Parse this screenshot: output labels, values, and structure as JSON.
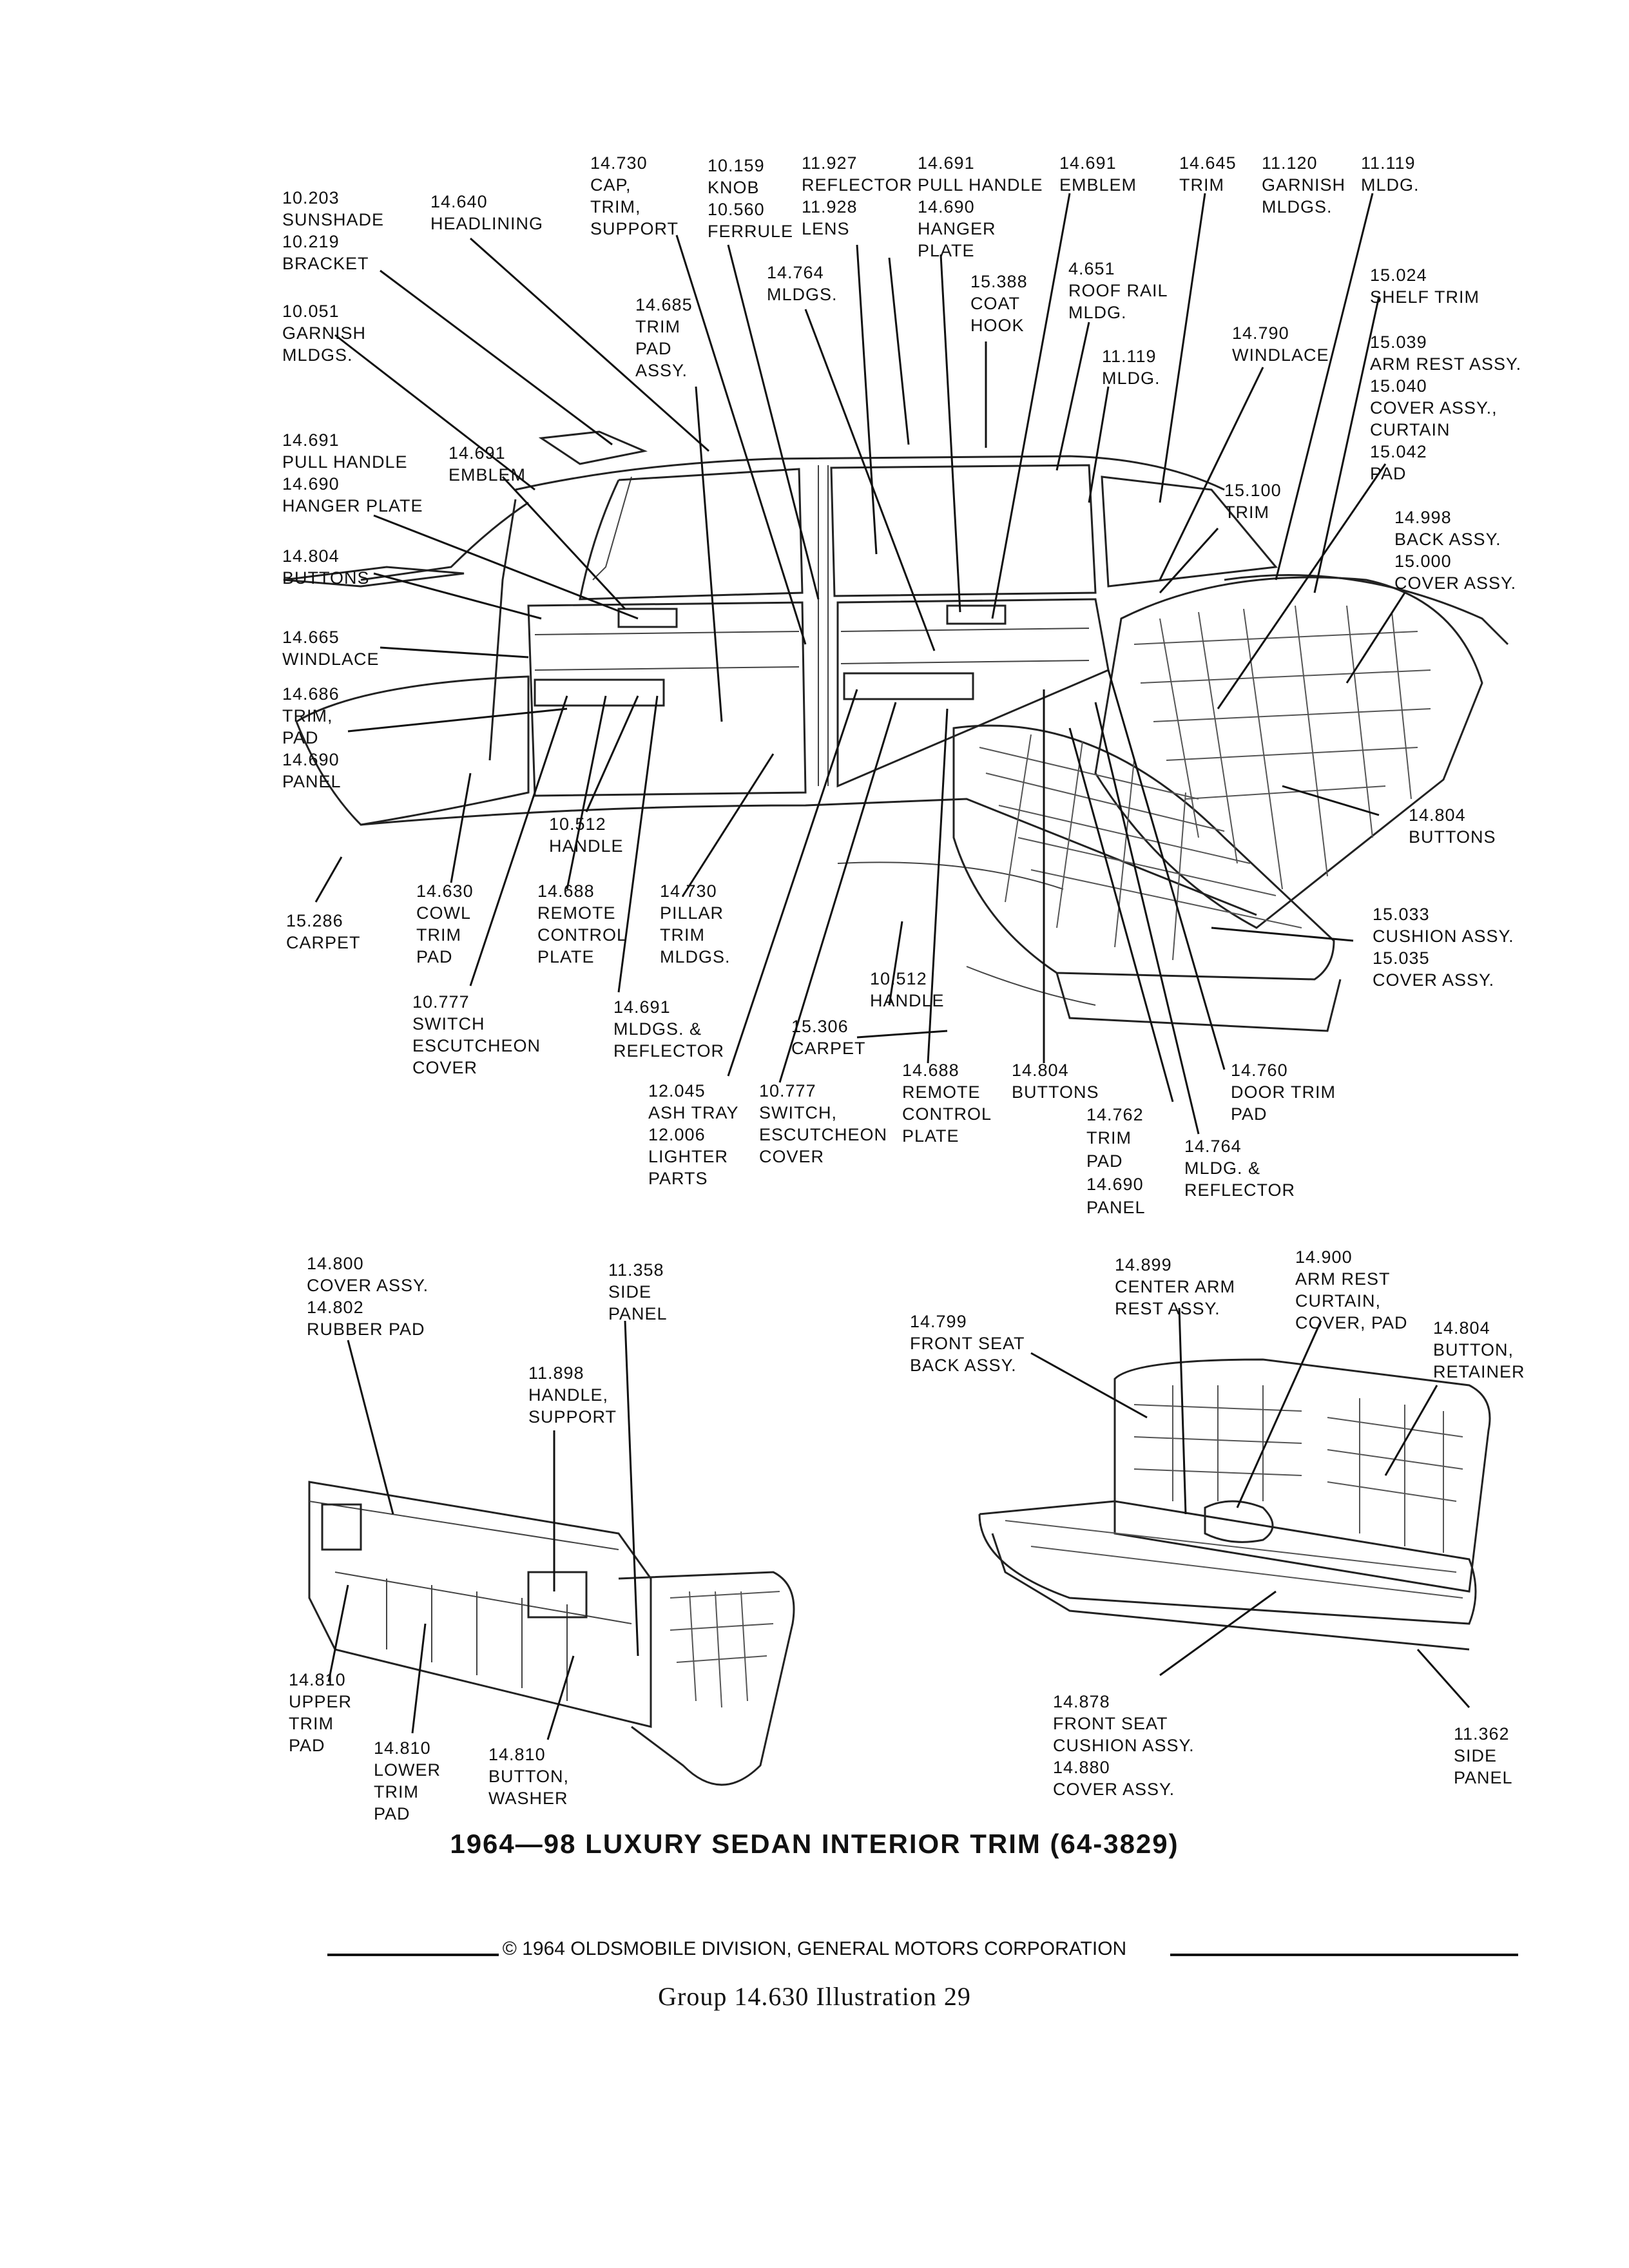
{
  "callouts": [
    {
      "id": "sunshade",
      "lines": [
        "10.203",
        "SUNSHADE",
        "10.219",
        "BRACKET"
      ]
    },
    {
      "id": "headlining",
      "lines": [
        "14.640",
        "HEADLINING"
      ]
    },
    {
      "id": "cap-trim",
      "lines": [
        "14.730",
        "CAP,",
        "TRIM,",
        "SUPPORT"
      ]
    },
    {
      "id": "knob",
      "lines": [
        "10.159",
        "KNOB",
        "10.560",
        "FERRULE"
      ]
    },
    {
      "id": "reflector-lens",
      "lines": [
        "11.927",
        "REFLECTOR",
        "11.928",
        "LENS"
      ]
    },
    {
      "id": "pull-handle-top",
      "lines": [
        "14.691",
        "PULL HANDLE",
        "14.690",
        "HANGER",
        "PLATE"
      ]
    },
    {
      "id": "emblem-top",
      "lines": [
        "14.691",
        "EMBLEM"
      ]
    },
    {
      "id": "trim-top",
      "lines": [
        "14.645",
        "TRIM"
      ]
    },
    {
      "id": "garnish-top",
      "lines": [
        "11.120",
        "GARNISH",
        "MLDGS."
      ]
    },
    {
      "id": "mldg-top",
      "lines": [
        "11.119",
        "MLDG."
      ]
    },
    {
      "id": "garnish-left",
      "lines": [
        "10.051",
        "GARNISH",
        "MLDGS."
      ]
    },
    {
      "id": "trim-pad-assy",
      "lines": [
        "14.685",
        "TRIM",
        "PAD",
        "ASSY."
      ]
    },
    {
      "id": "mldgs-upper",
      "lines": [
        "14.764",
        "MLDGS."
      ]
    },
    {
      "id": "coat-hook",
      "lines": [
        "15.388",
        "COAT",
        "HOOK"
      ]
    },
    {
      "id": "roof-rail",
      "lines": [
        "4.651",
        "ROOF RAIL",
        "MLDG."
      ]
    },
    {
      "id": "mldg-mid",
      "lines": [
        "11.119",
        "MLDG."
      ]
    },
    {
      "id": "windlace-right",
      "lines": [
        "14.790",
        "WINDLACE"
      ]
    },
    {
      "id": "shelf-trim",
      "lines": [
        "15.024",
        "SHELF TRIM"
      ]
    },
    {
      "id": "arm-rest",
      "lines": [
        "15.039",
        "ARM REST ASSY.",
        "15.040",
        "COVER ASSY.,",
        "CURTAIN",
        "15.042",
        "PAD"
      ]
    },
    {
      "id": "pull-handle-left",
      "lines": [
        "14.691",
        "PULL HANDLE",
        "14.690",
        "HANGER PLATE"
      ]
    },
    {
      "id": "emblem-left",
      "lines": [
        "14.691",
        "EMBLEM"
      ]
    },
    {
      "id": "trim-100",
      "lines": [
        "15.100",
        "TRIM"
      ]
    },
    {
      "id": "back-assy",
      "lines": [
        "14.998",
        "BACK ASSY.",
        "15.000",
        "COVER ASSY."
      ]
    },
    {
      "id": "buttons-left",
      "lines": [
        "14.804",
        "BUTTONS"
      ]
    },
    {
      "id": "windlace-left",
      "lines": [
        "14.665",
        "WINDLACE"
      ]
    },
    {
      "id": "trim-pad-panel",
      "lines": [
        "14.686",
        "TRIM,",
        "PAD",
        "14.690",
        "PANEL"
      ]
    },
    {
      "id": "handle-left",
      "lines": [
        "10.512",
        "HANDLE"
      ]
    },
    {
      "id": "buttons-right",
      "lines": [
        "14.804",
        "BUTTONS"
      ]
    },
    {
      "id": "carpet-left",
      "lines": [
        "15.286",
        "CARPET"
      ]
    },
    {
      "id": "cowl-trim",
      "lines": [
        "14.630",
        "COWL",
        "TRIM",
        "PAD"
      ]
    },
    {
      "id": "remote-left",
      "lines": [
        "14.688",
        "REMOTE",
        "CONTROL",
        "PLATE"
      ]
    },
    {
      "id": "pillar-trim",
      "lines": [
        "14.730",
        "PILLAR",
        "TRIM",
        "MLDGS."
      ]
    },
    {
      "id": "cushion-assy",
      "lines": [
        "15.033",
        "CUSHION ASSY.",
        "15.035",
        "COVER ASSY."
      ]
    },
    {
      "id": "handle-mid",
      "lines": [
        "10.512",
        "HANDLE"
      ]
    },
    {
      "id": "switch-left",
      "lines": [
        "10.777",
        "SWITCH",
        "ESCUTCHEON",
        "COVER"
      ]
    },
    {
      "id": "mldgs-reflector-left",
      "lines": [
        "14.691",
        "MLDGS. &",
        "REFLECTOR"
      ]
    },
    {
      "id": "carpet-mid",
      "lines": [
        "15.306",
        "CARPET"
      ]
    },
    {
      "id": "remote-mid",
      "lines": [
        "14.688",
        "REMOTE",
        "CONTROL",
        "PLATE"
      ]
    },
    {
      "id": "buttons-mid",
      "lines": [
        "14.804",
        "BUTTONS"
      ]
    },
    {
      "id": "door-trim",
      "lines": [
        "14.760",
        "DOOR TRIM",
        "PAD"
      ]
    },
    {
      "id": "ash-tray",
      "lines": [
        "12.045",
        "ASH TRAY",
        "12.006",
        "LIGHTER",
        "PARTS"
      ]
    },
    {
      "id": "switch-mid",
      "lines": [
        "10.777",
        "SWITCH,",
        "ESCUTCHEON",
        "COVER"
      ]
    },
    {
      "id": "trim-pad-762",
      "lines": [
        "14.762",
        "TRIM",
        "PAD",
        "14.690",
        "PANEL"
      ]
    },
    {
      "id": "mldg-reflector",
      "lines": [
        "14.764",
        "MLDG. &",
        "REFLECTOR"
      ]
    },
    {
      "id": "cover-rubber",
      "lines": [
        "14.800",
        "COVER ASSY.",
        "14.802",
        "RUBBER PAD"
      ]
    },
    {
      "id": "side-panel-358",
      "lines": [
        "11.358",
        "SIDE",
        "PANEL"
      ]
    },
    {
      "id": "handle-support",
      "lines": [
        "11.898",
        "HANDLE,",
        "SUPPORT"
      ]
    },
    {
      "id": "upper-trim",
      "lines": [
        "14.810",
        "UPPER",
        "TRIM",
        "PAD"
      ]
    },
    {
      "id": "lower-trim",
      "lines": [
        "14.810",
        "LOWER",
        "TRIM",
        "PAD"
      ]
    },
    {
      "id": "button-washer",
      "lines": [
        "14.810",
        "BUTTON,",
        "WASHER"
      ]
    },
    {
      "id": "center-arm",
      "lines": [
        "14.899",
        "CENTER ARM",
        "REST ASSY."
      ]
    },
    {
      "id": "arm-rest-curtain",
      "lines": [
        "14.900",
        "ARM REST",
        "CURTAIN,",
        "COVER, PAD"
      ]
    },
    {
      "id": "front-seat-back",
      "lines": [
        "14.799",
        "FRONT SEAT",
        "BACK ASSY."
      ]
    },
    {
      "id": "button-retainer",
      "lines": [
        "14.804",
        "BUTTON,",
        "RETAINER"
      ]
    },
    {
      "id": "front-seat-cushion",
      "lines": [
        "14.878",
        "FRONT SEAT",
        "CUSHION ASSY.",
        "14.880",
        "COVER ASSY."
      ]
    },
    {
      "id": "side-panel-362",
      "lines": [
        "11.362",
        "SIDE",
        "PANEL"
      ]
    }
  ],
  "title": "1964—98 LUXURY SEDAN INTERIOR TRIM (64-3829)",
  "copyright": "© 1964 OLDSMOBILE DIVISION, GENERAL MOTORS CORPORATION",
  "footer": "Group 14.630   Illustration 29"
}
